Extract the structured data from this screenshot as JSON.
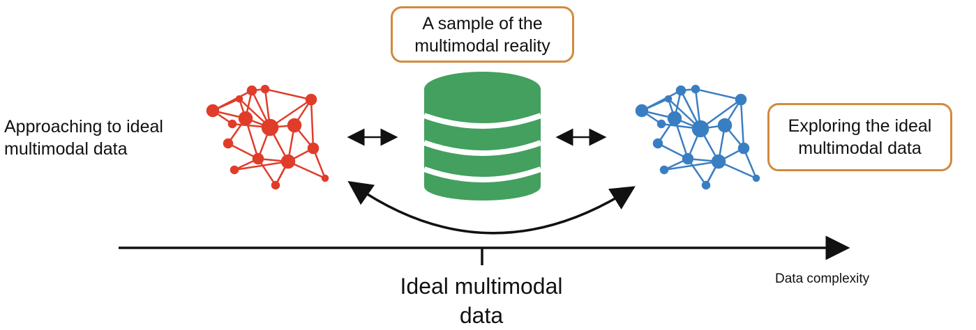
{
  "diagram": {
    "top_box": {
      "line1": "A sample of the",
      "line2": "multimodal reality"
    },
    "right_box": {
      "line1": "Exploring the ideal",
      "line2": "multimodal data"
    },
    "left_label": {
      "line1": "Approaching to ideal",
      "line2": "multimodal data"
    },
    "bottom_label": {
      "line1": "Ideal multimodal",
      "line2": "data"
    },
    "axis_label": "Data complexity",
    "colors": {
      "left_network": "#e03c2a",
      "right_network": "#3a7ec2",
      "database": "#43a05e",
      "box_border": "#d08a3e",
      "arrows": "#111111"
    },
    "icons": {
      "left_network": "network-graph-icon",
      "right_network": "network-graph-icon",
      "center": "database-icon"
    }
  }
}
